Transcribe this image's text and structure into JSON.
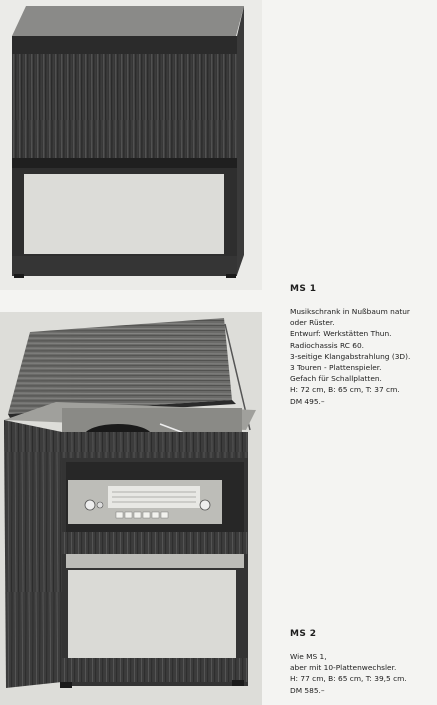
{
  "products": [
    {
      "model": "MS 1",
      "lines": [
        "Musikschrank in Nußbaum natur",
        "oder Rüster.",
        "Entwurf: Werkstätten Thun.",
        "Radiochassis RC 60.",
        "3-seitige Klangabstrahlung (3D).",
        "3 Touren - Plattenspieler.",
        "Gefach für Schallplatten.",
        "H: 72 cm, B: 65 cm, T: 37 cm.",
        "DM 495.–"
      ]
    },
    {
      "model": "MS 2",
      "lines": [
        "Wie MS 1,",
        "aber mit 10-Plattenwechsler.",
        "H: 77 cm, B: 65 cm, T: 39,5 cm.",
        "DM 585.–"
      ]
    }
  ]
}
